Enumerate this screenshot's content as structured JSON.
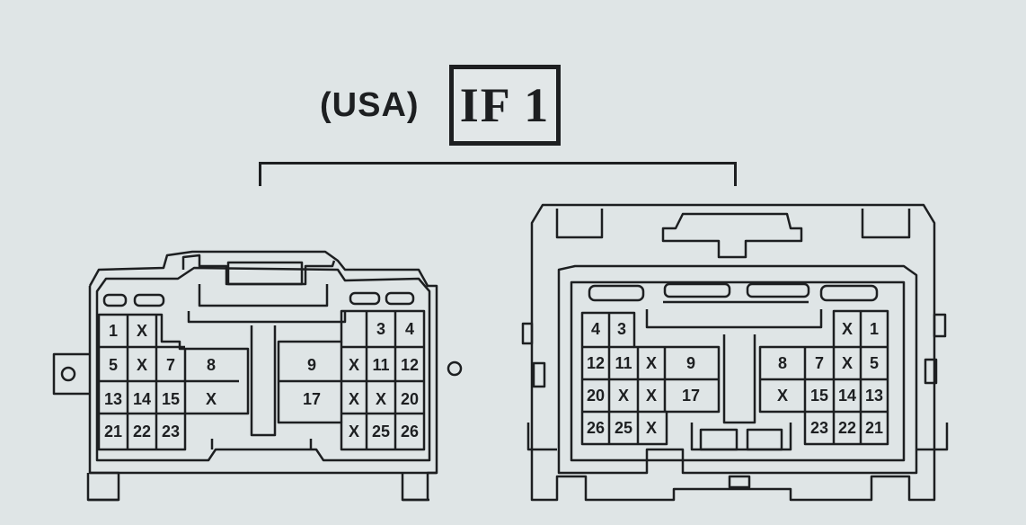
{
  "header": {
    "region": "(USA)",
    "connector_code": "IF 1"
  },
  "connectors": {
    "left": {
      "pins": [
        [
          "1",
          "X",
          "",
          "",
          "",
          "",
          "",
          ""
        ],
        [
          "5",
          "X",
          "7",
          "8",
          "9",
          "X",
          "11",
          "12"
        ],
        [
          "13",
          "14",
          "15",
          "X",
          "17",
          "X",
          "X",
          "20"
        ],
        [
          "21",
          "22",
          "23",
          "",
          "",
          "X",
          "25",
          "26"
        ],
        [
          "3",
          "4"
        ]
      ]
    },
    "right": {
      "pins": [
        [
          "4",
          "3",
          "X",
          "1"
        ],
        [
          "12",
          "11",
          "X",
          "9",
          "8",
          "7",
          "X",
          "5"
        ],
        [
          "20",
          "X",
          "X",
          "17",
          "X",
          "15",
          "14",
          "13"
        ],
        [
          "26",
          "25",
          "X",
          "23",
          "22",
          "21"
        ]
      ]
    }
  }
}
